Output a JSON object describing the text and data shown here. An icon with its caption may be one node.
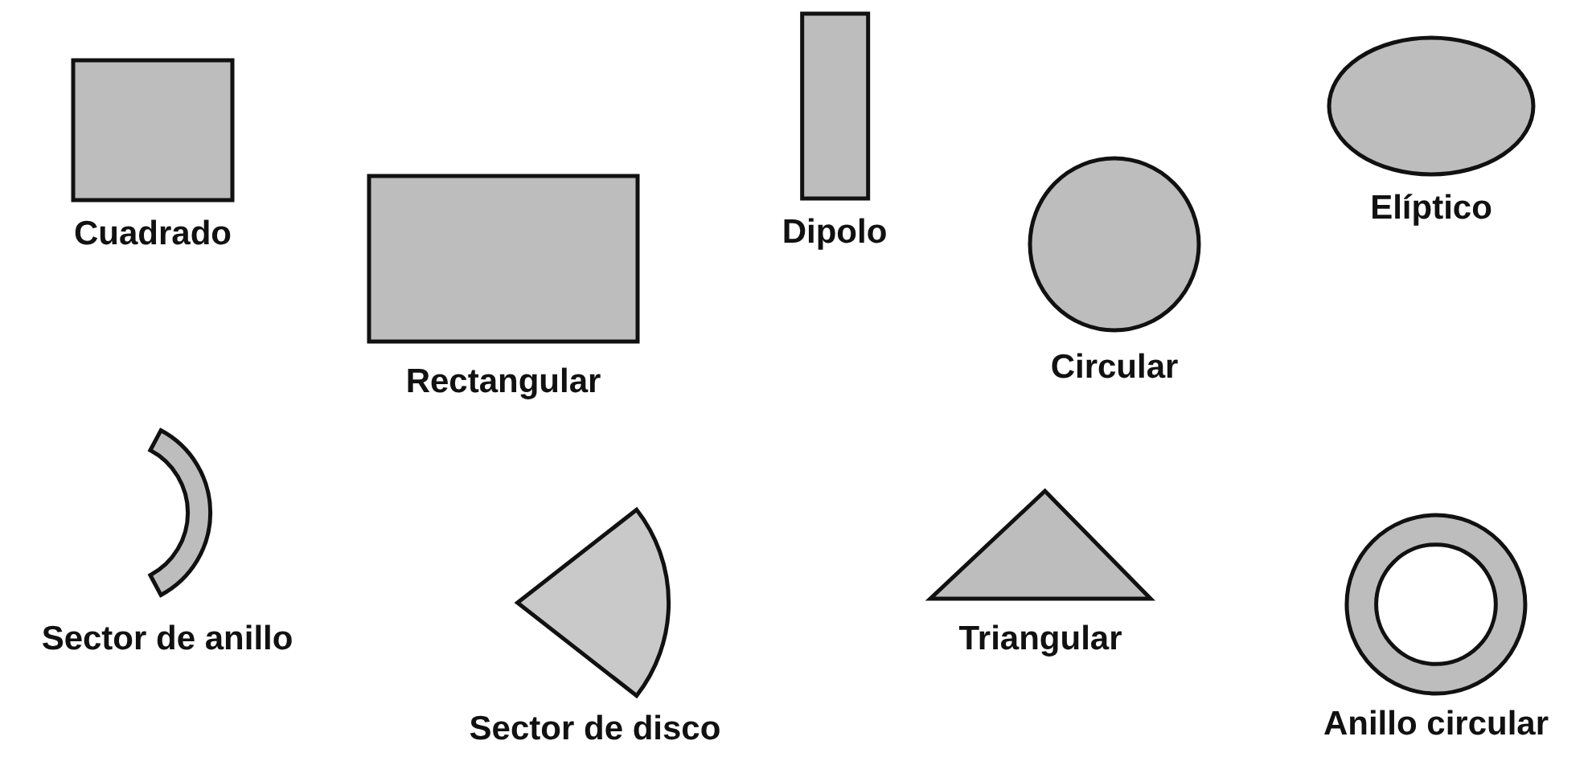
{
  "diagram": {
    "nodes": [
      {
        "text": [],
        "shape": "square",
        "beside": [
          "Cuadrado"
        ]
      },
      {
        "text": [],
        "shape": "rectangle",
        "beside": [
          "Rectangular"
        ]
      },
      {
        "text": [],
        "shape": "bar",
        "beside": [
          "Dipolo"
        ]
      },
      {
        "text": [],
        "shape": "circle",
        "beside": [
          "Circular"
        ]
      },
      {
        "text": [],
        "shape": "ellipse",
        "beside": [
          "Elíptico"
        ]
      },
      {
        "text": [],
        "shape": "arc",
        "beside": [
          "Sector de anillo"
        ]
      },
      {
        "text": [],
        "shape": "sector",
        "beside": [
          "Sector de disco"
        ]
      },
      {
        "text": [],
        "shape": "triangle",
        "beside": [
          "Triangular"
        ]
      },
      {
        "text": [],
        "shape": "ring",
        "beside": [
          "Anillo circular"
        ]
      }
    ]
  }
}
